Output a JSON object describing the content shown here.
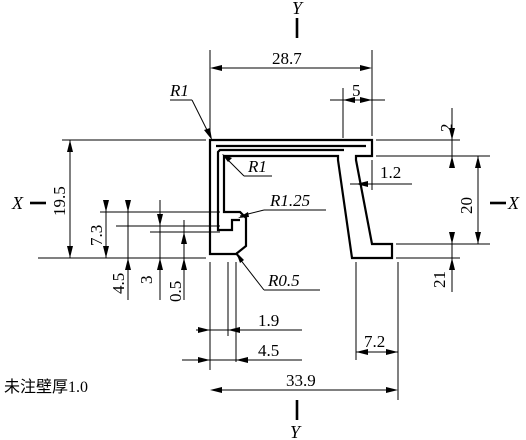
{
  "axes": {
    "y_top": "Y",
    "y_bottom": "Y",
    "x_left": "X",
    "x_right": "X"
  },
  "dimensions": {
    "top_width": "28.7",
    "lip_width": "5",
    "top_thickness": "2",
    "lip_step": "1.2",
    "right_height": "20",
    "bottom_thickness": "21",
    "left_height": "19.5",
    "hook_height": "7.3",
    "hook_offset": "4.5",
    "hook_gap": "3",
    "hook_small": "0.5",
    "bottom_inner": "1.9",
    "bottom_offset": "4.5",
    "bottom_flange": "7.2",
    "overall_width": "33.9"
  },
  "radii": {
    "r1_outer": "R1",
    "r1_inner": "R1",
    "r125": "R1.25",
    "r05": "R0.5"
  },
  "note": "未注壁厚1.0"
}
